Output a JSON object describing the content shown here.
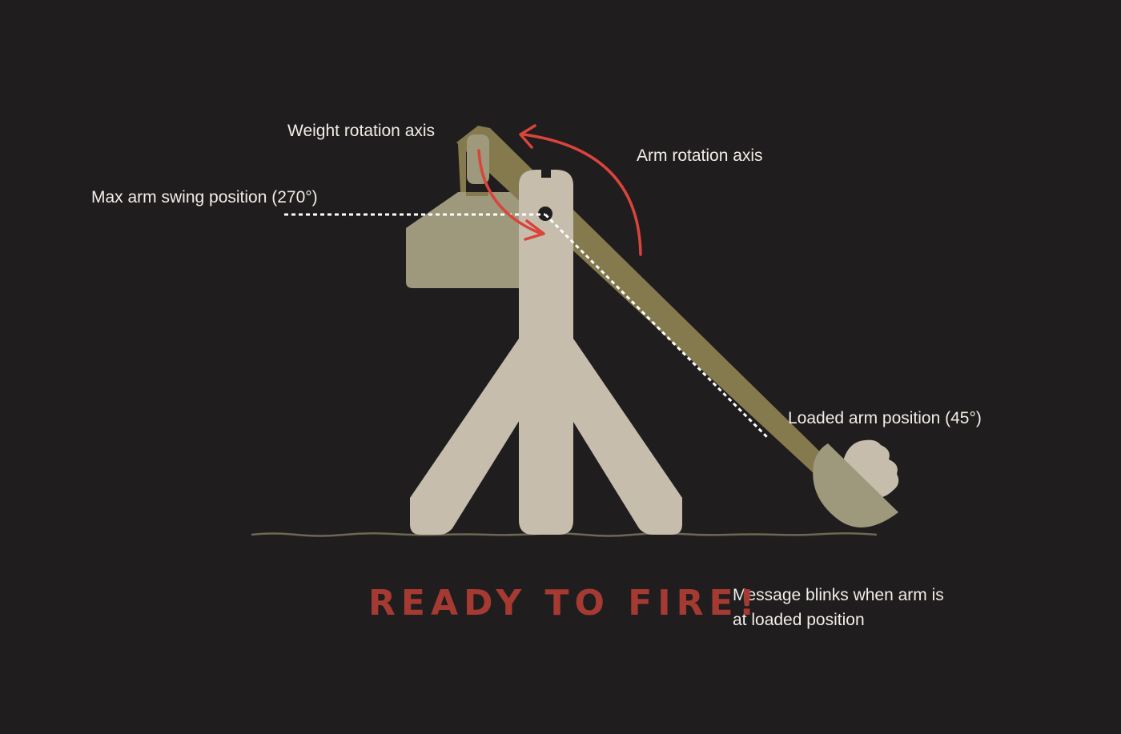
{
  "annotations": {
    "weight_axis": "Weight rotation axis",
    "arm_axis": "Arm rotation axis",
    "max_swing": "Max arm swing position (270°)",
    "loaded_position": "Loaded arm position (45°)",
    "message_note_line1": "Message blinks when arm is",
    "message_note_line2": "at loaded position"
  },
  "status_message": "READY TO FIRE!",
  "colors": {
    "background": "#201d1e",
    "frame": "#c6bdad",
    "arm": "#857a4e",
    "weight": "#9e987c",
    "projectile": "#c6bdad",
    "rotation_arrow": "#d9443b",
    "message": "#a53a33",
    "ground": "#6e6754",
    "guide_line": "#ffffff"
  }
}
